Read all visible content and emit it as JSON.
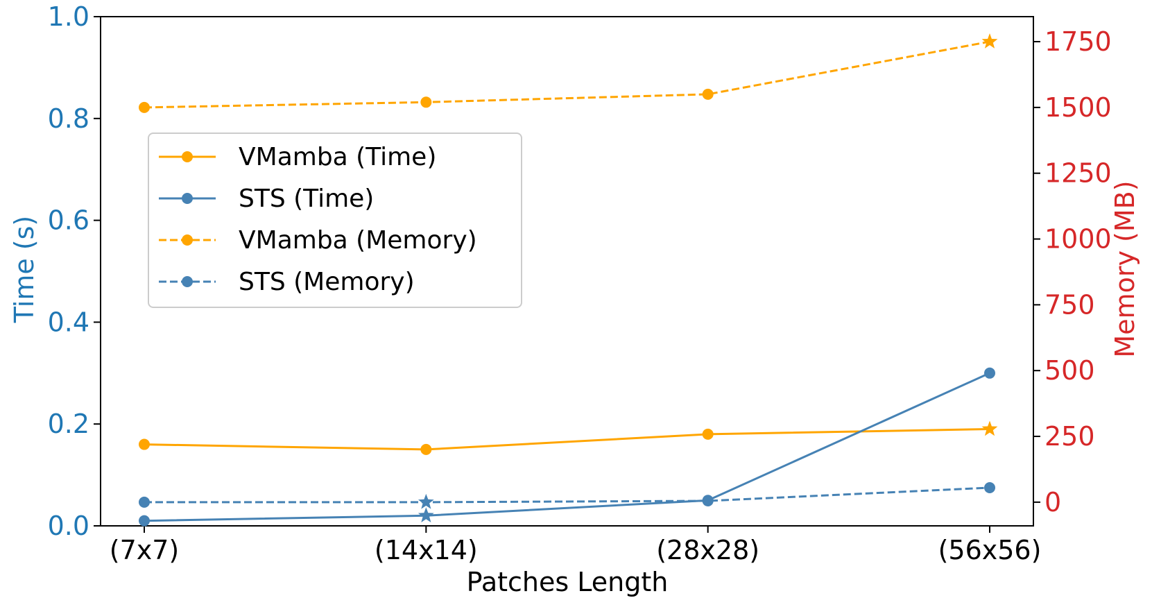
{
  "chart_data": {
    "type": "line",
    "categories": [
      "(7x7)",
      "(14x14)",
      "(28x28)",
      "(56x56)"
    ],
    "xlabel": "Patches Length",
    "ylabel_left": "Time (s)",
    "ylabel_right": "Memory (MB)",
    "ylim_left": [
      0.0,
      1.0
    ],
    "ylim_right": [
      -90,
      1845
    ],
    "yticks_left": [
      "0.0",
      "0.2",
      "0.4",
      "0.6",
      "0.8",
      "1.0"
    ],
    "yticks_left_values": [
      0.0,
      0.2,
      0.4,
      0.6,
      0.8,
      1.0
    ],
    "yticks_right": [
      "0",
      "250",
      "500",
      "750",
      "1000",
      "1250",
      "1500",
      "1750"
    ],
    "yticks_right_values": [
      0,
      250,
      500,
      750,
      1000,
      1250,
      1500,
      1750
    ],
    "left_axis_color": "#1f77b4",
    "right_axis_color": "#d62728",
    "legend_position": "upper-left",
    "series": [
      {
        "name": "VMamba (Time)",
        "axis": "left",
        "values": [
          0.16,
          0.15,
          0.18,
          0.19
        ],
        "color": "#ffa500",
        "dash": "solid",
        "markers": [
          "circle",
          "circle",
          "circle",
          "star"
        ]
      },
      {
        "name": "STS (Time)",
        "axis": "left",
        "values": [
          0.01,
          0.02,
          0.05,
          0.3
        ],
        "color": "#4682b4",
        "dash": "solid",
        "markers": [
          "circle",
          "star",
          "circle",
          "circle"
        ]
      },
      {
        "name": "VMamba (Memory)",
        "axis": "right",
        "values": [
          1500,
          1520,
          1550,
          1750
        ],
        "color": "#ffa500",
        "dash": "dashed",
        "markers": [
          "circle",
          "circle",
          "circle",
          "star"
        ]
      },
      {
        "name": "STS (Memory)",
        "axis": "right",
        "values": [
          0,
          0,
          5,
          55
        ],
        "color": "#4682b4",
        "dash": "dashed",
        "markers": [
          "circle",
          "star",
          "circle",
          "circle"
        ]
      }
    ]
  }
}
